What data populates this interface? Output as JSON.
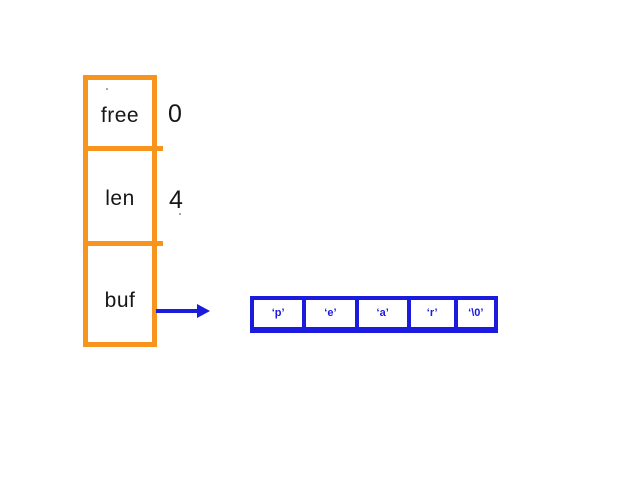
{
  "diagram": {
    "struct": {
      "fields": [
        {
          "label": "free",
          "value": "0"
        },
        {
          "label": "len",
          "value": "4"
        },
        {
          "label": "buf",
          "value": ""
        }
      ]
    },
    "pointer": {
      "icon": "arrow-right-icon"
    },
    "array": {
      "cells": [
        "‘p’",
        "‘e’",
        "‘a’",
        "‘r’",
        "‘\\0’"
      ]
    },
    "colors": {
      "struct_stroke": "#F7941E",
      "array_stroke": "#1B1BDE",
      "label_text": "#161616"
    }
  }
}
